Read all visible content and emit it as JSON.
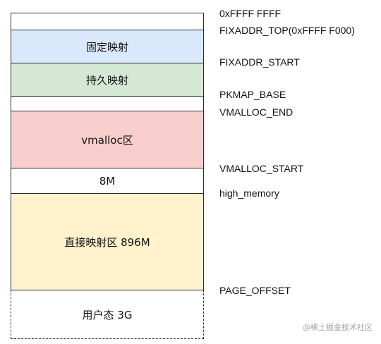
{
  "colors": {
    "fixed_map": "#dae8fc",
    "persistent_map": "#d5e8d4",
    "vmalloc": "#f8cecc",
    "direct_map": "#fff2cc",
    "plain": "#ffffff",
    "border": "#2b2b2b"
  },
  "regions": [
    {
      "key": "top_gap",
      "label": ""
    },
    {
      "key": "fixed_map",
      "label": "固定映射"
    },
    {
      "key": "persistent_map",
      "label": "持久映射"
    },
    {
      "key": "gap",
      "label": ""
    },
    {
      "key": "vmalloc",
      "label": "vmalloc区"
    },
    {
      "key": "gap_8m",
      "label": "8M"
    },
    {
      "key": "direct_map",
      "label": "直接映射区 896M"
    },
    {
      "key": "user_space",
      "label": "用户态 3G"
    }
  ],
  "addresses": [
    "0xFFFF FFFF",
    "FIXADDR_TOP(0xFFFF F000)",
    "FIXADDR_START",
    "PKMAP_BASE",
    "VMALLOC_END",
    "VMALLOC_START",
    "high_memory",
    "PAGE_OFFSET"
  ],
  "watermark": "@稀土掘金技术社区"
}
